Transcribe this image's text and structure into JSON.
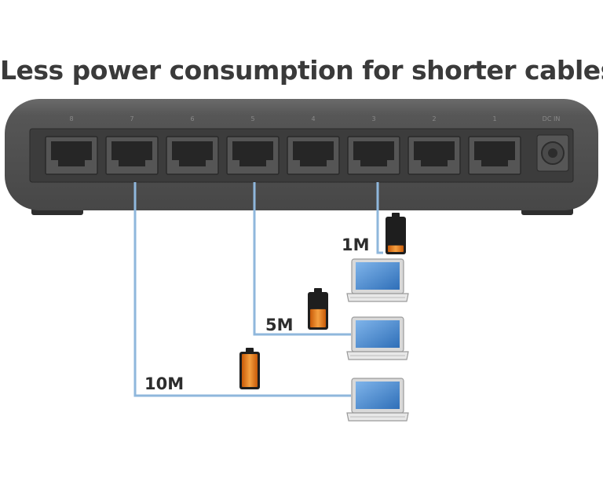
{
  "title": "Less power consumption for shorter cables",
  "switch": {
    "port_labels": [
      "8",
      "7",
      "6",
      "5",
      "4",
      "3",
      "2",
      "1"
    ],
    "power_label": "DC IN"
  },
  "connections": [
    {
      "cable_label": "1M",
      "port": 3,
      "battery_level": 0.2
    },
    {
      "cable_label": "5M",
      "port": 5,
      "battery_level": 0.55
    },
    {
      "cable_label": "10M",
      "port": 7,
      "battery_level": 1.0
    }
  ],
  "colors": {
    "switch_body": "#505050",
    "port_panel": "#3c3c3c",
    "cable": "#8fb7dc",
    "battery_fill": "#e8740f",
    "screen": "#4f8fd6",
    "title": "#3a3a3a"
  }
}
